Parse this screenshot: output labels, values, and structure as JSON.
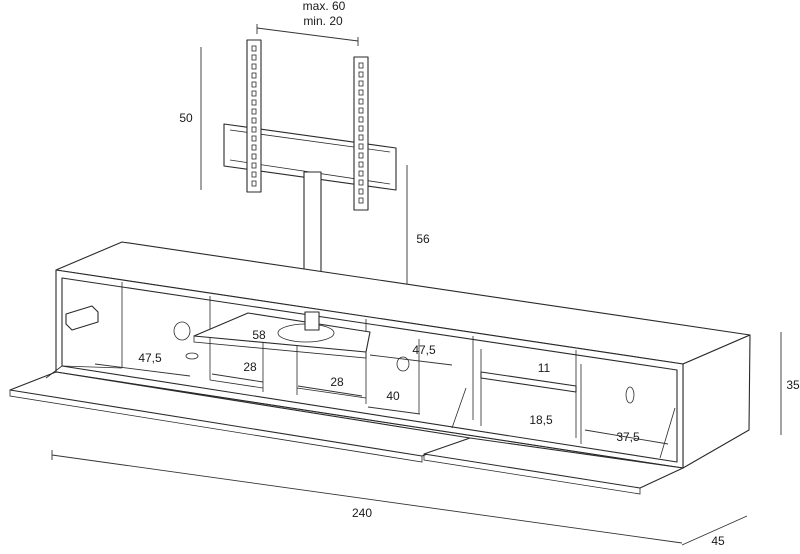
{
  "diagram": {
    "dimensions": {
      "vesa_max": "max. 60",
      "vesa_min": "min. 20",
      "mount_height": "50",
      "column_height": "56",
      "shelf_width": "58",
      "left_depth": "47,5",
      "left_height": "28",
      "mid_height": "28",
      "mid_width": "40",
      "center_depth": "47,5",
      "right_shelf": "11",
      "right_lower": "18,5",
      "right_depth": "37,5",
      "body_height": "35",
      "total_width": "240",
      "total_depth": "45"
    }
  }
}
